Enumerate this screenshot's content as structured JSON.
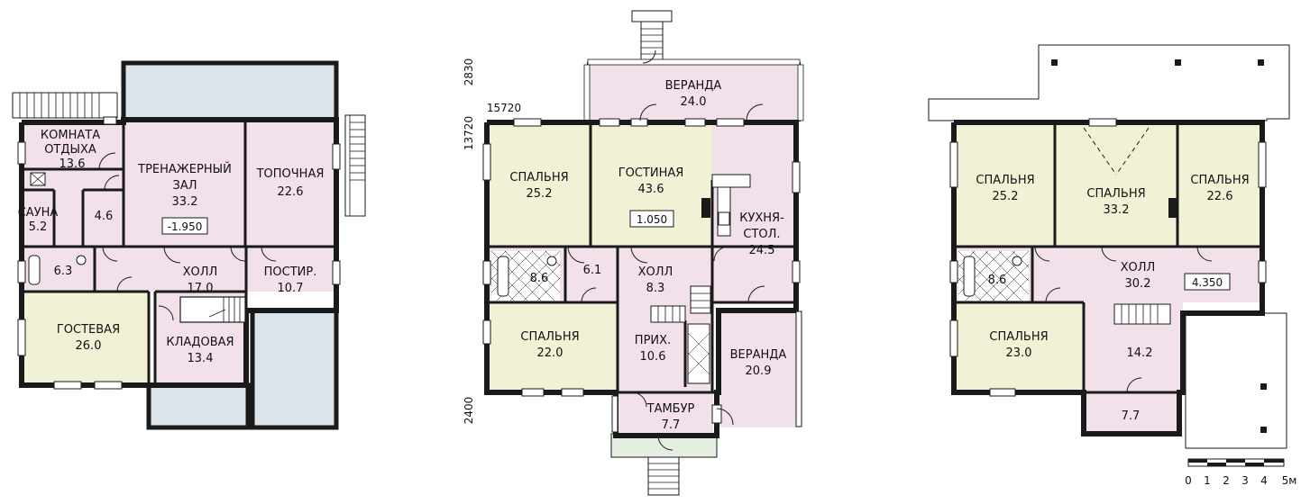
{
  "colors": {
    "wall": "#1a1a1a",
    "pink": "#f2e0ea",
    "yellow": "#f1f1d6",
    "blue": "#dbe4ea",
    "green": "#e4efe2",
    "white": "#ffffff"
  },
  "basement": {
    "rooms": [
      {
        "id": "rest",
        "name": "КОМНАТА ОТДЫХА",
        "area": "13.6"
      },
      {
        "id": "sauna",
        "name": "САУНА",
        "area": "5.2"
      },
      {
        "id": "shower",
        "name": "",
        "area": "4.6"
      },
      {
        "id": "gym",
        "name": "ТРЕНАЖЕРНЫЙ ЗАЛ",
        "area": "33.2"
      },
      {
        "id": "boiler",
        "name": "ТОПОЧНАЯ",
        "area": "22.6"
      },
      {
        "id": "wc",
        "name": "",
        "area": "6.3"
      },
      {
        "id": "hall",
        "name": "ХОЛЛ",
        "area": "17.0"
      },
      {
        "id": "laundry",
        "name": "ПОСТИР.",
        "area": "10.7"
      },
      {
        "id": "guest",
        "name": "ГОСТЕВАЯ",
        "area": "26.0"
      },
      {
        "id": "pantry",
        "name": "КЛАДОВАЯ",
        "area": "13.4"
      }
    ],
    "level": "-1.950"
  },
  "ground": {
    "dimensions": {
      "top": "2830",
      "width": "15720",
      "depth": "13720",
      "bottom": "2400"
    },
    "rooms": [
      {
        "id": "veranda_top",
        "name": "ВЕРАНДА",
        "area": "24.0"
      },
      {
        "id": "bed1",
        "name": "СПАЛЬНЯ",
        "area": "25.2"
      },
      {
        "id": "living",
        "name": "ГОСТИНАЯ",
        "area": "43.6"
      },
      {
        "id": "kitchen",
        "name": "КУХНЯ-СТОЛ.",
        "area": "24.5"
      },
      {
        "id": "bath",
        "name": "",
        "area": "8.6"
      },
      {
        "id": "small",
        "name": "",
        "area": "6.1"
      },
      {
        "id": "hall",
        "name": "ХОЛЛ",
        "area": "8.3"
      },
      {
        "id": "bed2",
        "name": "СПАЛЬНЯ",
        "area": "22.0"
      },
      {
        "id": "entry",
        "name": "ПРИХ.",
        "area": "10.6"
      },
      {
        "id": "veranda_side",
        "name": "ВЕРАНДА",
        "area": "20.9"
      },
      {
        "id": "vestibule",
        "name": "ТАМБУР",
        "area": "7.7"
      }
    ],
    "level": "1.050"
  },
  "upper": {
    "rooms": [
      {
        "id": "bed1",
        "name": "СПАЛЬНЯ",
        "area": "25.2"
      },
      {
        "id": "bed2",
        "name": "СПАЛЬНЯ",
        "area": "33.2"
      },
      {
        "id": "bed3",
        "name": "СПАЛЬНЯ",
        "area": "22.6"
      },
      {
        "id": "bath",
        "name": "",
        "area": "8.6"
      },
      {
        "id": "hall",
        "name": "ХОЛЛ",
        "area": "30.2"
      },
      {
        "id": "bed4",
        "name": "СПАЛЬНЯ",
        "area": "23.0"
      },
      {
        "id": "room14",
        "name": "",
        "area": "14.2"
      },
      {
        "id": "room77",
        "name": "",
        "area": "7.7"
      }
    ],
    "level": "4.350"
  },
  "scale_bar": {
    "ticks": [
      "0",
      "1",
      "2",
      "3",
      "4",
      "5м"
    ]
  }
}
